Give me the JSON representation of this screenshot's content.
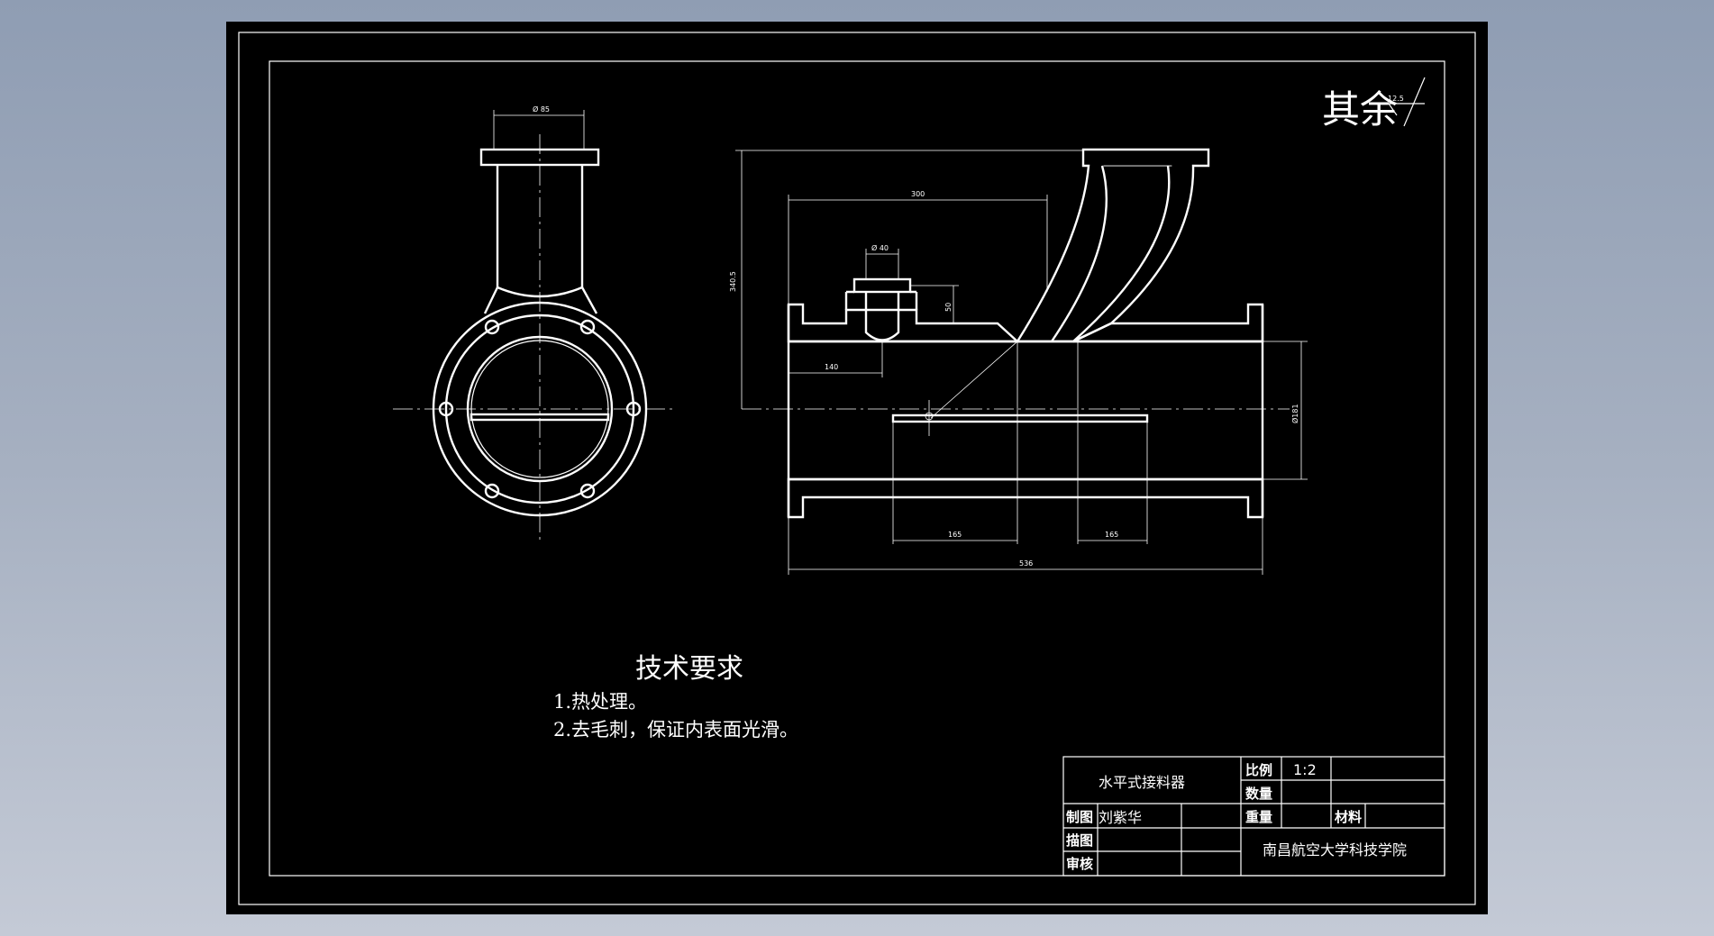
{
  "roughness": {
    "label": "其余",
    "value": "12.5"
  },
  "technical_requirements": {
    "title": "技术要求",
    "items": [
      "1.热处理。",
      "2.去毛刺，保证内表面光滑。"
    ]
  },
  "title_block": {
    "part_name": "水平式接料器",
    "scale_label": "比例",
    "scale_value": "1:2",
    "quantity_label": "数量",
    "weight_label": "重量",
    "material_label": "材料",
    "drawn_label": "制图",
    "drawn_by": "刘紫华",
    "traced_label": "描图",
    "checked_label": "审核",
    "institution": "南昌航空大学科技学院"
  },
  "dimensions": {
    "flange_diameter": "Ø 85",
    "spout_length": "300",
    "nozzle_diameter": "Ø 40",
    "nozzle_height": "50",
    "total_height": "340.5",
    "nozzle_offset": "140",
    "pipe_diameter": "Ø181",
    "left_segment": "165",
    "right_segment": "165",
    "total_length": "536"
  }
}
